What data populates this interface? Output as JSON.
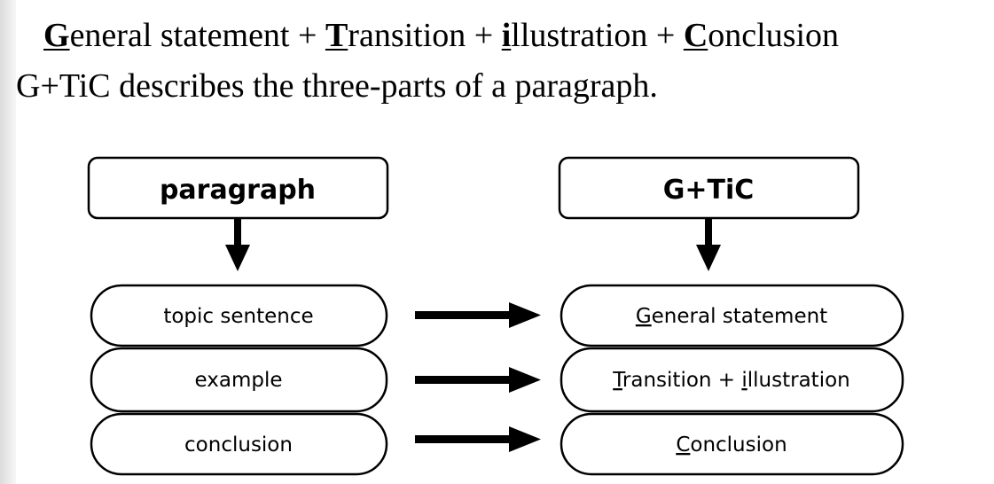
{
  "heading": {
    "segments": [
      {
        "cap": "G",
        "rest": "eneral statement"
      },
      {
        "sep": " + "
      },
      {
        "cap": "T",
        "rest": "ransition"
      },
      {
        "sep": " + "
      },
      {
        "cap": "i",
        "rest": "llustration"
      },
      {
        "sep": " + "
      },
      {
        "cap": "C",
        "rest": "onclusion"
      }
    ]
  },
  "subtitle": "G+TiC describes the three-parts of a paragraph.",
  "diagram": {
    "left_header": "paragraph",
    "right_header": "G+TiC",
    "left_items": [
      "topic sentence",
      "example",
      "conclusion"
    ],
    "right_items": [
      [
        {
          "u": "G"
        },
        {
          "t": "eneral statement"
        }
      ],
      [
        {
          "u": "T"
        },
        {
          "t": "ransition + "
        },
        {
          "u": "i"
        },
        {
          "t": "llustration"
        }
      ],
      [
        {
          "u": "C"
        },
        {
          "t": "onclusion"
        }
      ]
    ]
  }
}
